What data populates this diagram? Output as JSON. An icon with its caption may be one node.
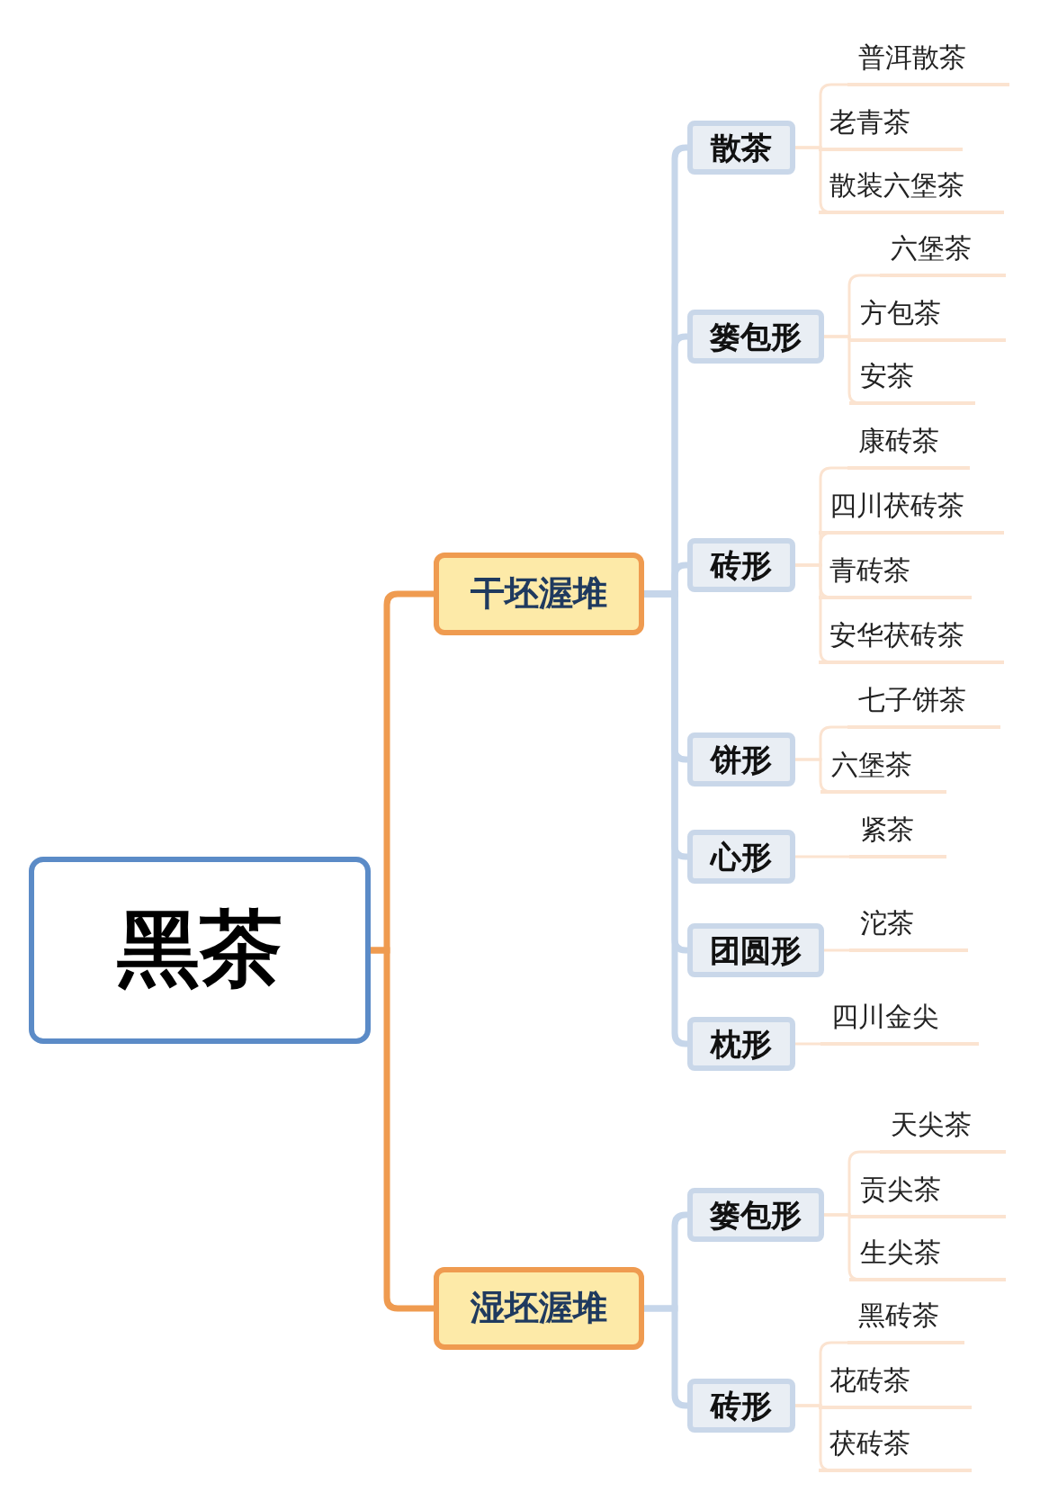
{
  "diagram": {
    "nodes": [
      {
        "text": [
          "黑茶"
        ]
      },
      {
        "text": [
          "干坯渥堆"
        ]
      },
      {
        "text": [
          "散茶"
        ]
      },
      {
        "text": [
          "普洱散茶"
        ]
      },
      {
        "text": [
          "老青茶"
        ]
      },
      {
        "text": [
          "散装六堡茶"
        ]
      },
      {
        "text": [
          "篓包形"
        ]
      },
      {
        "text": [
          "六堡茶"
        ]
      },
      {
        "text": [
          "方包茶"
        ]
      },
      {
        "text": [
          "安茶"
        ]
      },
      {
        "text": [
          "砖形"
        ]
      },
      {
        "text": [
          "康砖茶"
        ]
      },
      {
        "text": [
          "四川茯砖茶"
        ]
      },
      {
        "text": [
          "青砖茶"
        ]
      },
      {
        "text": [
          "安华茯砖茶"
        ]
      },
      {
        "text": [
          "饼形"
        ]
      },
      {
        "text": [
          "七子饼茶"
        ]
      },
      {
        "text": [
          "六堡茶"
        ]
      },
      {
        "text": [
          "心形"
        ]
      },
      {
        "text": [
          "紧茶"
        ]
      },
      {
        "text": [
          "团圆形"
        ]
      },
      {
        "text": [
          "沱茶"
        ]
      },
      {
        "text": [
          "枕形"
        ]
      },
      {
        "text": [
          "四川金尖"
        ]
      },
      {
        "text": [
          "湿坯渥堆"
        ]
      },
      {
        "text": [
          "篓包形"
        ]
      },
      {
        "text": [
          "天尖茶"
        ]
      },
      {
        "text": [
          "贡尖茶"
        ]
      },
      {
        "text": [
          "生尖茶"
        ]
      },
      {
        "text": [
          "砖形"
        ]
      },
      {
        "text": [
          "黑砖茶"
        ]
      },
      {
        "text": [
          "花砖茶"
        ]
      },
      {
        "text": [
          "茯砖茶"
        ]
      }
    ],
    "edges": [
      {
        "from": 0,
        "to": 1,
        "arrow": "none",
        "style": "thick",
        "color": "#ef9b50"
      },
      {
        "from": 0,
        "to": 24,
        "arrow": "none",
        "style": "thick",
        "color": "#ef9b50"
      },
      {
        "from": 1,
        "to": 2,
        "arrow": "none",
        "style": "thick",
        "color": "#c6d6ea"
      },
      {
        "from": 1,
        "to": 6,
        "arrow": "none",
        "style": "thick",
        "color": "#c6d6ea"
      },
      {
        "from": 1,
        "to": 10,
        "arrow": "none",
        "style": "thick",
        "color": "#c6d6ea"
      },
      {
        "from": 1,
        "to": 15,
        "arrow": "none",
        "style": "thick",
        "color": "#c6d6ea"
      },
      {
        "from": 1,
        "to": 18,
        "arrow": "none",
        "style": "thick",
        "color": "#c6d6ea"
      },
      {
        "from": 1,
        "to": 20,
        "arrow": "none",
        "style": "thick",
        "color": "#c6d6ea"
      },
      {
        "from": 1,
        "to": 22,
        "arrow": "none",
        "style": "thick",
        "color": "#c6d6ea"
      },
      {
        "from": 2,
        "to": 3,
        "arrow": "none"
      },
      {
        "from": 2,
        "to": 4,
        "arrow": "none"
      },
      {
        "from": 2,
        "to": 5,
        "arrow": "none"
      },
      {
        "from": 6,
        "to": 7,
        "arrow": "none"
      },
      {
        "from": 6,
        "to": 8,
        "arrow": "none"
      },
      {
        "from": 6,
        "to": 9,
        "arrow": "none"
      },
      {
        "from": 10,
        "to": 11,
        "arrow": "none"
      },
      {
        "from": 10,
        "to": 12,
        "arrow": "none"
      },
      {
        "from": 10,
        "to": 13,
        "arrow": "none"
      },
      {
        "from": 10,
        "to": 14,
        "arrow": "none"
      },
      {
        "from": 15,
        "to": 16,
        "arrow": "none"
      },
      {
        "from": 15,
        "to": 17,
        "arrow": "none"
      },
      {
        "from": 18,
        "to": 19,
        "arrow": "none"
      },
      {
        "from": 20,
        "to": 21,
        "arrow": "none"
      },
      {
        "from": 22,
        "to": 23,
        "arrow": "none"
      },
      {
        "from": 24,
        "to": 25,
        "arrow": "none",
        "style": "thick",
        "color": "#c6d6ea"
      },
      {
        "from": 24,
        "to": 29,
        "arrow": "none",
        "style": "thick",
        "color": "#c6d6ea"
      },
      {
        "from": 25,
        "to": 26,
        "arrow": "none"
      },
      {
        "from": 25,
        "to": 27,
        "arrow": "none"
      },
      {
        "from": 25,
        "to": 28,
        "arrow": "none"
      },
      {
        "from": 29,
        "to": 30,
        "arrow": "none"
      },
      {
        "from": 29,
        "to": 31,
        "arrow": "none"
      },
      {
        "from": 29,
        "to": 32,
        "arrow": "none"
      }
    ]
  }
}
